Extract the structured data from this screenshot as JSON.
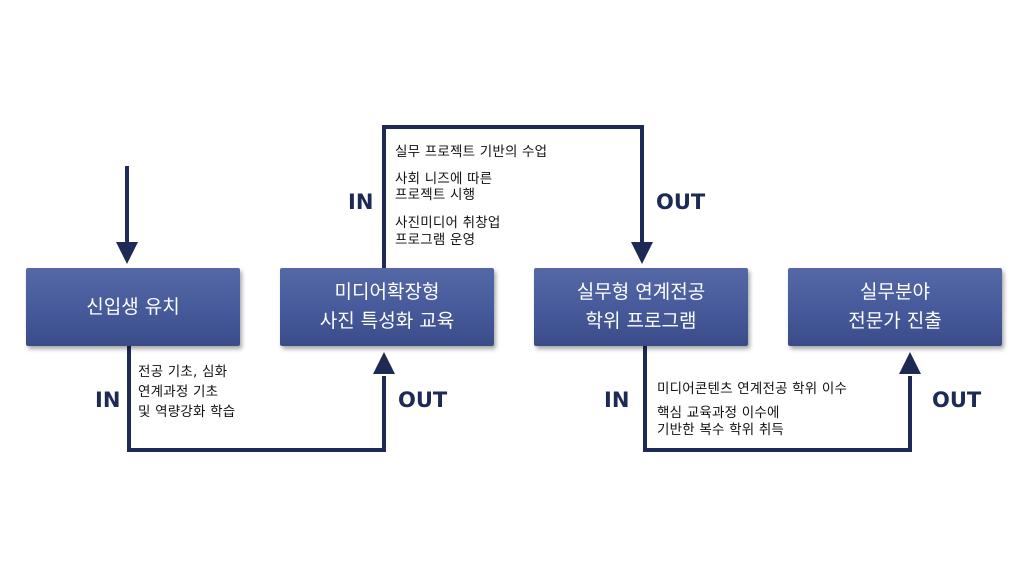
{
  "boxes": {
    "admission": "신입생 유치",
    "specialized_education": "미디어확장형\n사진 특성화 교육",
    "degree_program": "실무형 연계전공\n학위 프로그램",
    "career": "실무분야\n전문가 진출"
  },
  "notes": {
    "stage1": "전공 기초, 심화\n연계과정 기초\n및 역량강화 학습",
    "stage2_a": "실무 프로젝트 기반의 수업",
    "stage2_b": "사회 니즈에 따른\n프로젝트 시행",
    "stage2_c": "사진미디어 취창업\n프로그램 운영",
    "stage3_a": "미디어콘텐츠 연계전공 학위 이수",
    "stage3_b": "핵심 교육과정 이수에\n기반한 복수 학위 취득"
  },
  "labels": {
    "in": "IN",
    "out": "OUT"
  },
  "colors": {
    "box_fill": "#46599a",
    "line": "#1e2a56"
  }
}
